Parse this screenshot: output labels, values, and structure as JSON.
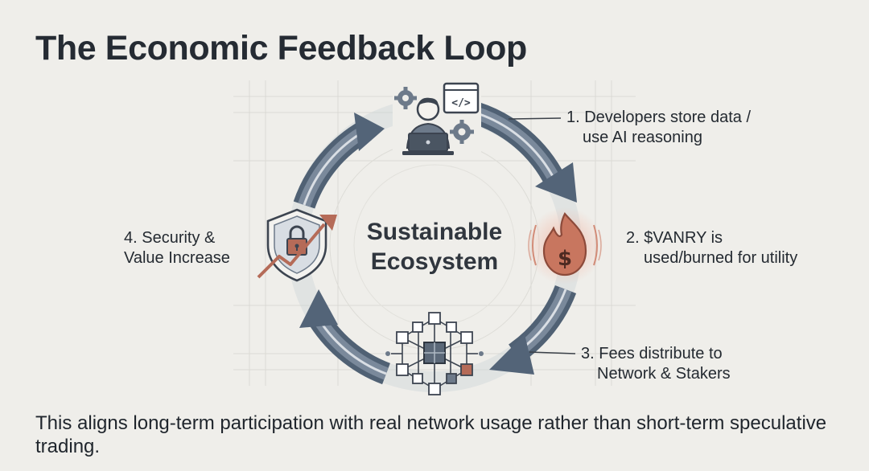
{
  "title": "The Economic Feedback Loop",
  "center": {
    "line1": "Sustainable",
    "line2": "Ecosystem"
  },
  "steps": [
    {
      "line1": "1. Developers store data /",
      "line2": "use AI reasoning",
      "icon": "developer-laptop-icon"
    },
    {
      "line1": "2. $VANRY is",
      "line2": "used/burned for utility",
      "icon": "burning-dollar-icon"
    },
    {
      "line1": "3. Fees distribute to",
      "line2": "Network & Stakers",
      "icon": "network-cubes-icon"
    },
    {
      "line1": "4. Security &",
      "line2": "Value Increase",
      "icon": "shield-lock-growth-icon"
    }
  ],
  "footer": "This aligns long-term participation with real network usage rather than short-term speculative trading.",
  "colors": {
    "background": "#efeeea",
    "text": "#242a31",
    "arrow": "#6b7b8f",
    "accent": "#c8765f",
    "grid": "#d9d8d3"
  }
}
